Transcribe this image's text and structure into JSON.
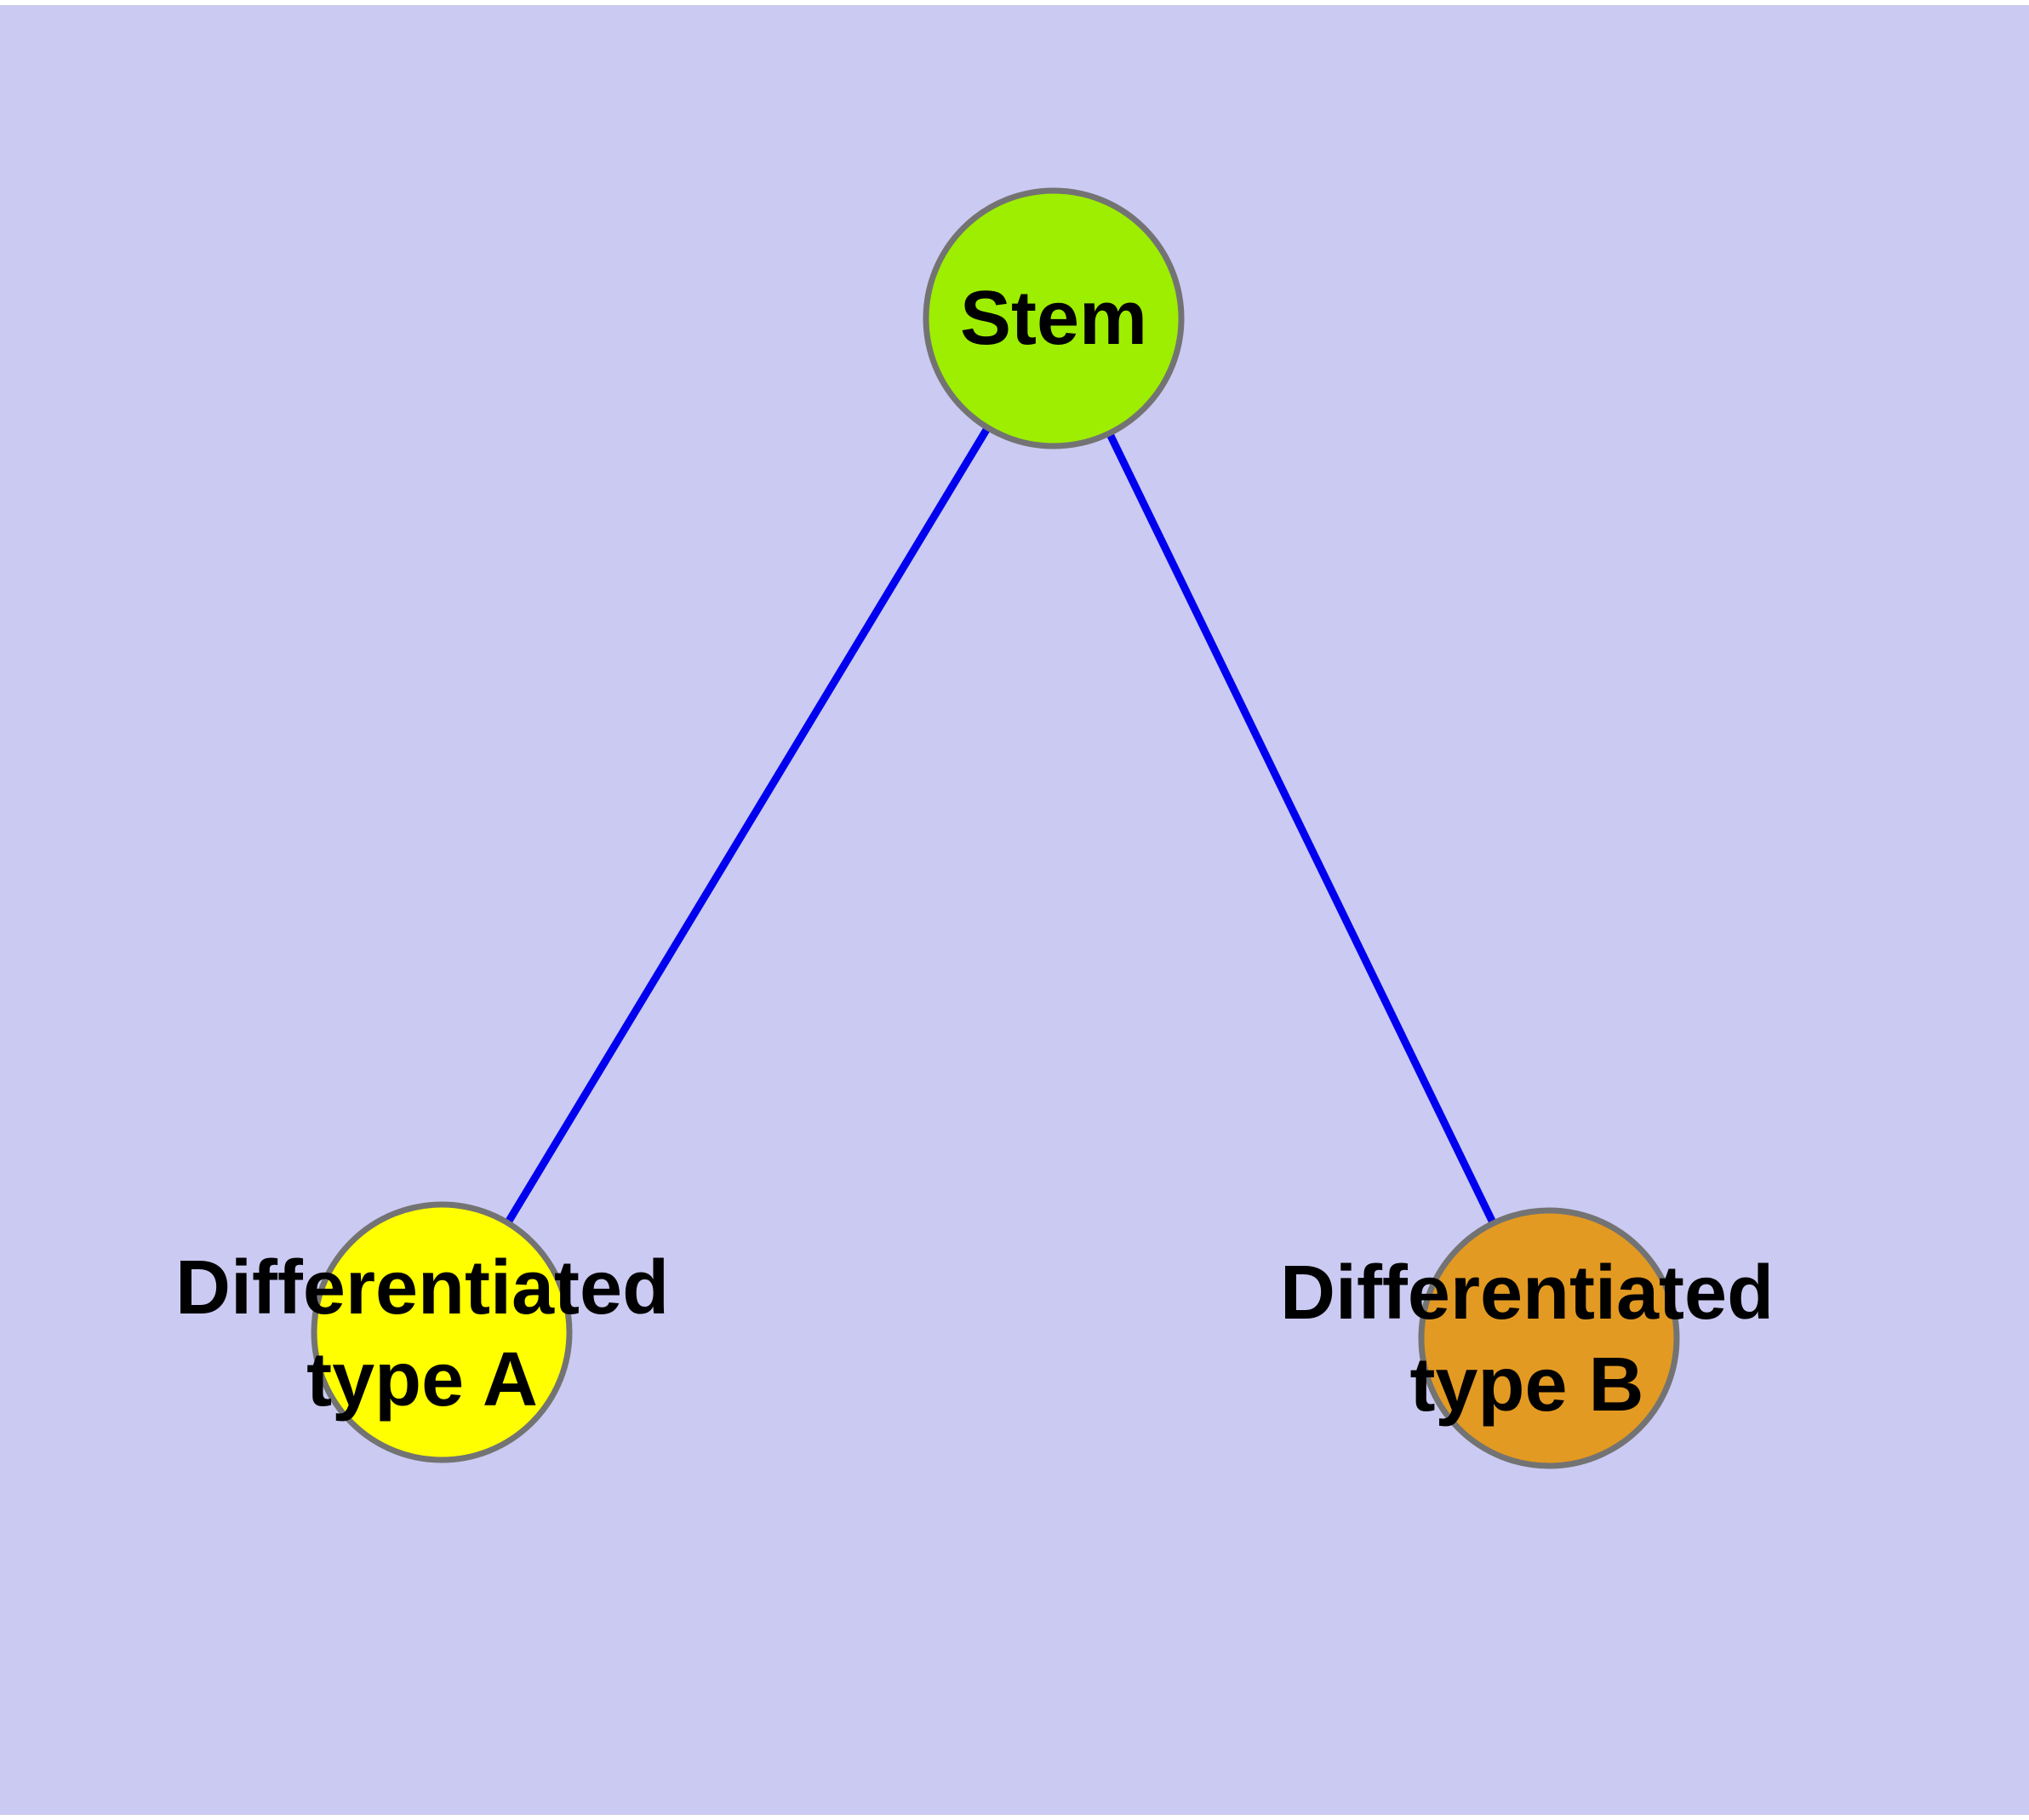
{
  "diagram": {
    "background_color": "#cacaf2",
    "page_margin_color": "#ffffff",
    "edge_color": "#0000ee",
    "node_border_color": "#737373",
    "label_color": "#000000",
    "nodes": [
      {
        "id": "stem",
        "lines": [
          "Stem"
        ],
        "fill": "#9dee00"
      },
      {
        "id": "differentiated-type-a",
        "lines": [
          "Differentiated",
          "type A"
        ],
        "fill": "#ffff00"
      },
      {
        "id": "differentiated-type-b",
        "lines": [
          "Differentiated",
          "type B"
        ],
        "fill": "#e39a22"
      }
    ],
    "edges": [
      {
        "from": "Stem",
        "to": "Differentiated type A"
      },
      {
        "from": "Stem",
        "to": "Differentiated type B"
      }
    ]
  }
}
